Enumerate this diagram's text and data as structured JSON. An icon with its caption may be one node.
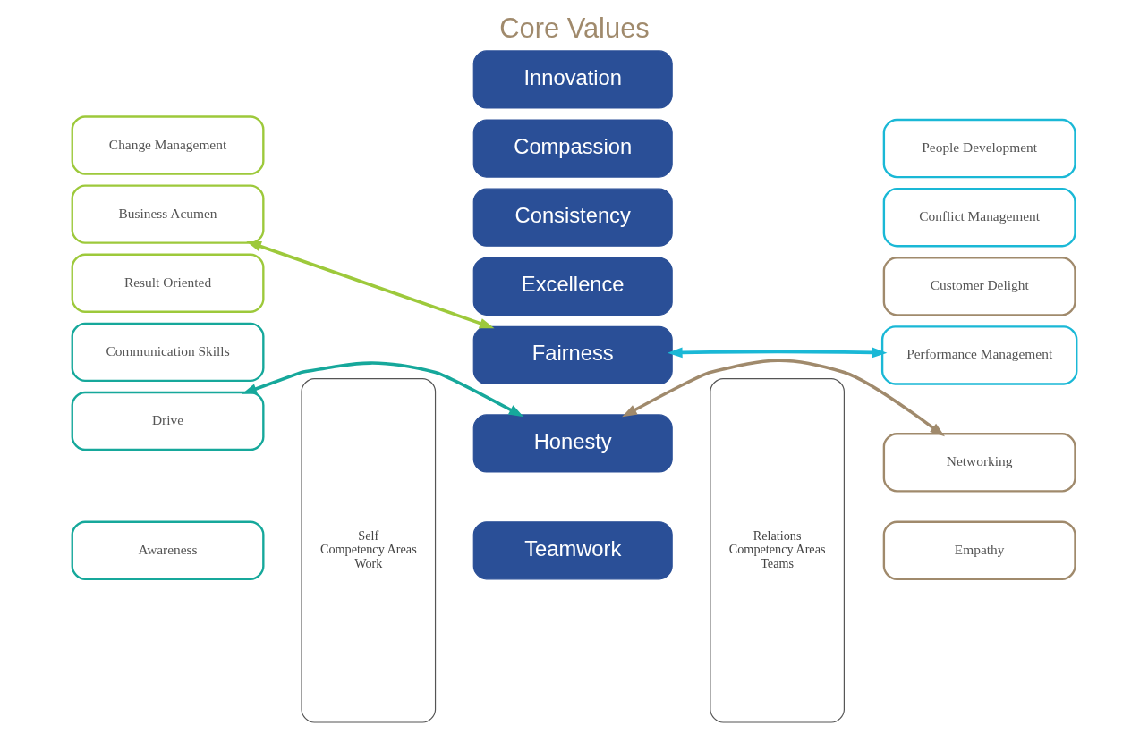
{
  "diagram": {
    "title": "Core Values",
    "nodes": [
      {
        "text": [
          "Awareness"
        ]
      },
      {
        "text": [
          "Drive"
        ]
      },
      {
        "text": [
          "Communication Skills"
        ]
      },
      {
        "text": [
          "Result Oriented"
        ]
      },
      {
        "text": [
          "Business Acumen"
        ]
      },
      {
        "text": [
          "Change Management"
        ]
      },
      {
        "text": [
          "Self",
          "Competency Areas",
          "Work"
        ]
      },
      {
        "text": [
          "Teamwork"
        ]
      },
      {
        "text": [
          "Honesty"
        ]
      },
      {
        "text": [
          "Excellence"
        ]
      },
      {
        "text": [
          "Consistency"
        ]
      },
      {
        "text": [
          "Compassion"
        ]
      },
      {
        "text": [
          "Fairness"
        ]
      },
      {
        "text": [
          "Innovation"
        ]
      },
      {
        "text": [
          "Relations",
          "Competency Areas",
          "Teams"
        ]
      },
      {
        "text": [
          "Empathy"
        ]
      },
      {
        "text": [
          "Networking"
        ]
      },
      {
        "text": [
          "Customer Delight"
        ]
      },
      {
        "text": [
          "Conflict Management"
        ]
      },
      {
        "text": [
          "Performance Management"
        ]
      },
      {
        "text": [
          "People Development"
        ]
      }
    ],
    "edges": [
      {
        "from": 1,
        "to": 8,
        "arrow": "both",
        "color": "#16a89b"
      },
      {
        "from": 4,
        "to": 12,
        "arrow": "both",
        "color": "#9dc93b"
      },
      {
        "from": 8,
        "to": 16,
        "arrow": "both",
        "color": "#a08a6c"
      },
      {
        "from": 12,
        "to": 19,
        "arrow": "both",
        "color": "#1ab8d6"
      }
    ]
  }
}
